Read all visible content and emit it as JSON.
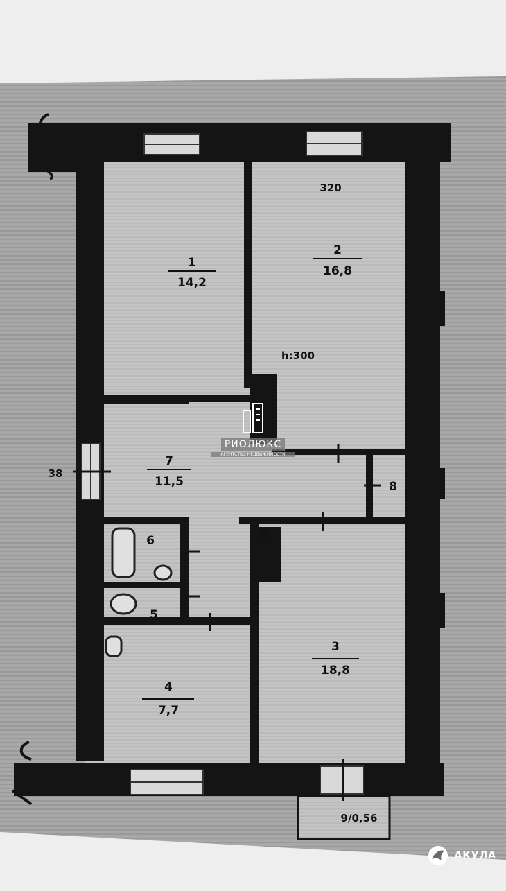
{
  "rooms": [
    {
      "id": "1",
      "area": "14,2"
    },
    {
      "id": "2",
      "area": "16,8"
    },
    {
      "id": "3",
      "area": "18,8"
    },
    {
      "id": "4",
      "area": "7,7"
    },
    {
      "id": "5",
      "area": ""
    },
    {
      "id": "6",
      "area": ""
    },
    {
      "id": "7",
      "area": "11,5"
    },
    {
      "id": "8",
      "area": ""
    },
    {
      "id": "9",
      "area": ""
    }
  ],
  "dimensions": {
    "ceiling_height_top": "320",
    "height_mid": "h:300",
    "wall_left": "38",
    "balcony": "9/0,56"
  },
  "watermark": {
    "title": "РИОЛЮКС",
    "subtitle": "АГЕНТСТВО НЕДВИЖИМОСТИ",
    "icon": "building-icon"
  },
  "brand": {
    "name": "АКУЛА",
    "icon": "shark-icon"
  },
  "colors": {
    "wall": "#141414",
    "floor": "#bdbdbd",
    "background": "#9a9a9a"
  }
}
